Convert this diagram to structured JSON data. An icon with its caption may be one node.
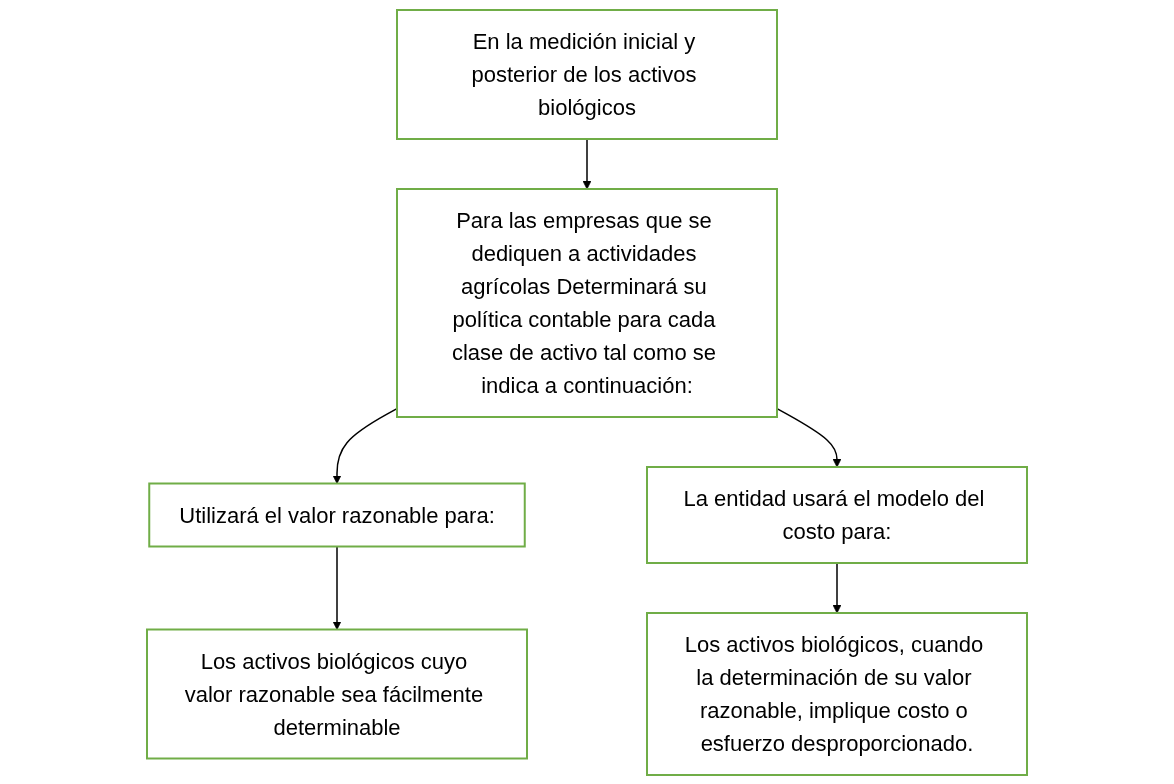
{
  "diagram": {
    "nodes": [
      {
        "text": [
          "En la medición inicial y posterior de los activos biológicos"
        ]
      },
      {
        "text": [
          "Para las empresas que se dediquen a actividades agrícolas Determinará su política contable para cada clase de activo tal como se indica a continuación:"
        ]
      },
      {
        "text": [
          "Utilizará el valor razonable para:"
        ]
      },
      {
        "text": [
          "La entidad usará el modelo del costo para:"
        ]
      },
      {
        "text": [
          "Los activos biológicos cuyo valor razonable sea fácilmente determinable"
        ]
      },
      {
        "text": [
          "Los activos biológicos, cuando la determinación de su valor razonable, implique costo o esfuerzo desproporcionado."
        ]
      }
    ],
    "edges": [
      {
        "from": 0,
        "to": 1,
        "arrow": "to"
      },
      {
        "from": 1,
        "to": 2,
        "arrow": "to"
      },
      {
        "from": 1,
        "to": 3,
        "arrow": "to"
      },
      {
        "from": 2,
        "to": 4,
        "arrow": "to"
      },
      {
        "from": 3,
        "to": 5,
        "arrow": "to"
      }
    ]
  }
}
